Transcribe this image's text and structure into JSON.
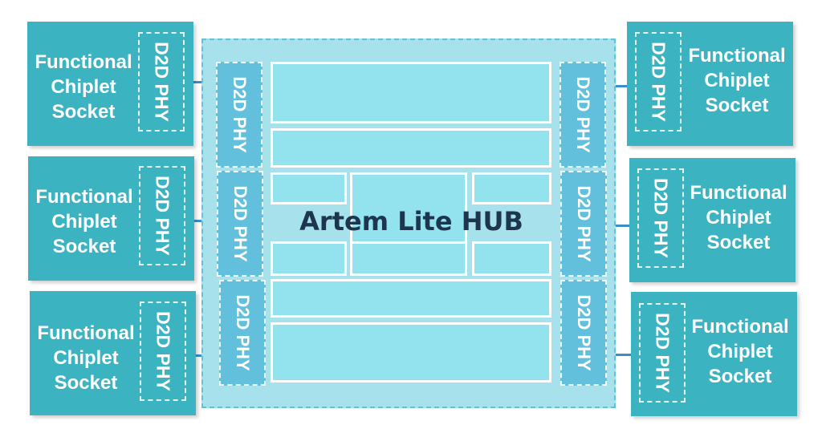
{
  "diagram": {
    "hub_title": "Artem Lite HUB",
    "phy_label": "D2D PHY",
    "socket_label": "Functional\nChiplet\nSocket",
    "colors": {
      "socket": "#3bb3c0",
      "hub_background": "#a7e2ec",
      "hub_phy": "#62c0dc",
      "block": "#93e3ef",
      "hub_title_text": "#1e3550",
      "connector": "#3a8fc8"
    }
  }
}
